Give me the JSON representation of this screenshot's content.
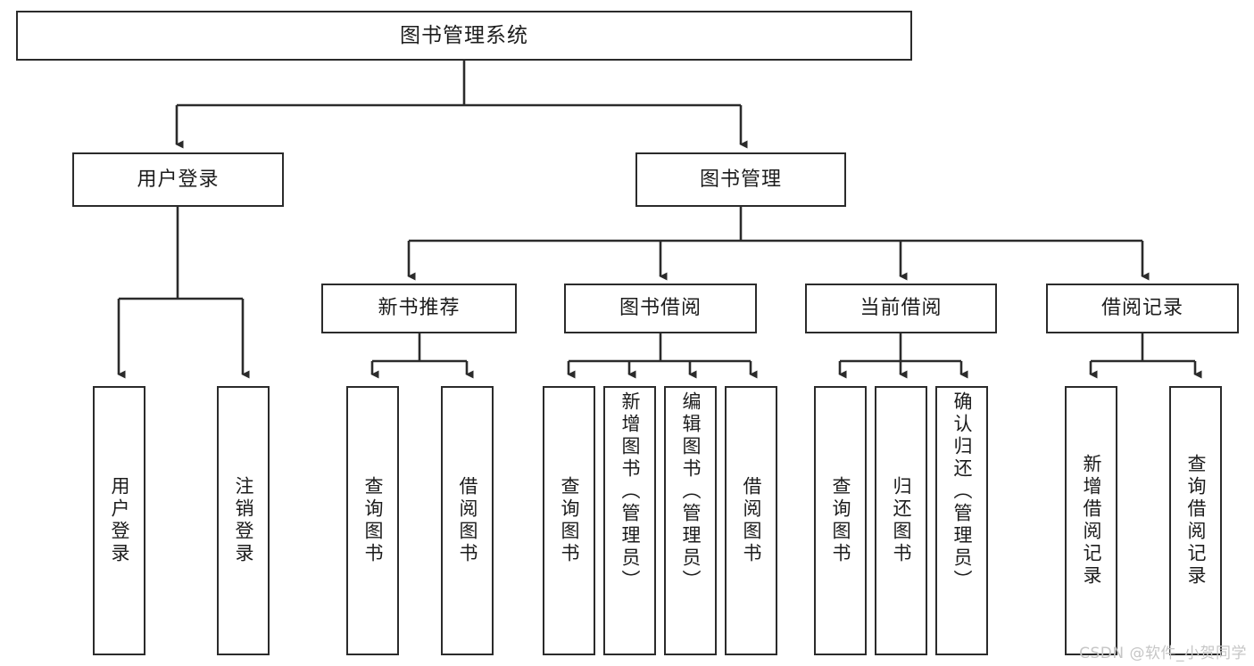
{
  "diagram": {
    "title": "图书管理系统",
    "root": {
      "label": "图书管理系统"
    },
    "level1": [
      {
        "label": "用户登录"
      },
      {
        "label": "图书管理"
      }
    ],
    "level2": [
      {
        "label": "新书推荐"
      },
      {
        "label": "图书借阅"
      },
      {
        "label": "当前借阅"
      },
      {
        "label": "借阅记录"
      }
    ],
    "leaves": {
      "user_login": [
        {
          "label": "用户登录"
        },
        {
          "label": "注销登录"
        }
      ],
      "new_book_recommend": [
        {
          "label": "查询图书"
        },
        {
          "label": "借阅图书"
        }
      ],
      "book_borrow": [
        {
          "label": "查询图书"
        },
        {
          "label": "新增图书（管理员）"
        },
        {
          "label": "编辑图书（管理员）"
        },
        {
          "label": "借阅图书"
        }
      ],
      "current_borrow": [
        {
          "label": "查询图书"
        },
        {
          "label": "归还图书"
        },
        {
          "label": "确认归还（管理员）"
        }
      ],
      "borrow_record": [
        {
          "label": "新增借阅记录"
        },
        {
          "label": "查询借阅记录"
        }
      ]
    }
  },
  "watermark": {
    "text": "CSDN @软件_小贺同学"
  },
  "colors": {
    "stroke": "#2b2b2b",
    "background": "#ffffff",
    "text": "#1c1c1c",
    "watermark": "#c6c6c6"
  }
}
